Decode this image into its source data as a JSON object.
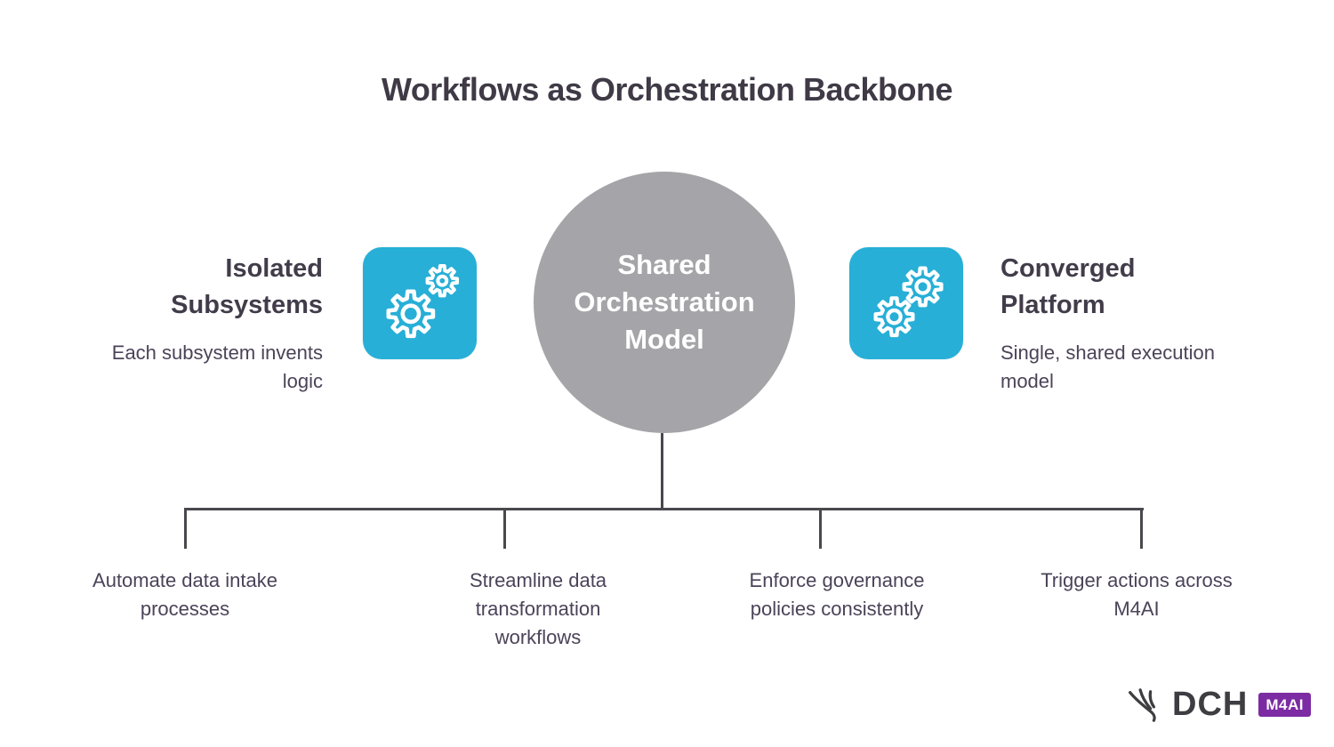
{
  "page": {
    "title": "Workflows as Orchestration Backbone"
  },
  "center": {
    "label": "Shared Orchestration Model",
    "circle_color": "#a5a4a8",
    "text_color": "#ffffff"
  },
  "left": {
    "heading": "Isolated Subsystems",
    "description": "Each subsystem invents logic",
    "icon": "gears-icon",
    "icon_color": "#27afd7"
  },
  "right": {
    "heading": "Converged Platform",
    "description": "Single, shared execution model",
    "icon": "gears-icon",
    "icon_color": "#27afd7"
  },
  "branches": [
    {
      "label": "Automate data intake processes"
    },
    {
      "label": "Streamline data transformation workflows"
    },
    {
      "label": "Enforce governance policies consistently"
    },
    {
      "label": "Trigger actions across M4AI"
    }
  ],
  "logo": {
    "brand": "DCH",
    "badge": "M4AI",
    "badge_color": "#7c2ba3",
    "icon": "antler-icon"
  },
  "colors": {
    "title_text": "#3f3a46",
    "body_text": "#4b4358",
    "connector_line": "#49484d",
    "accent_cyan": "#27afd7",
    "circle_gray": "#a5a4a8",
    "badge_purple": "#7c2ba3"
  }
}
